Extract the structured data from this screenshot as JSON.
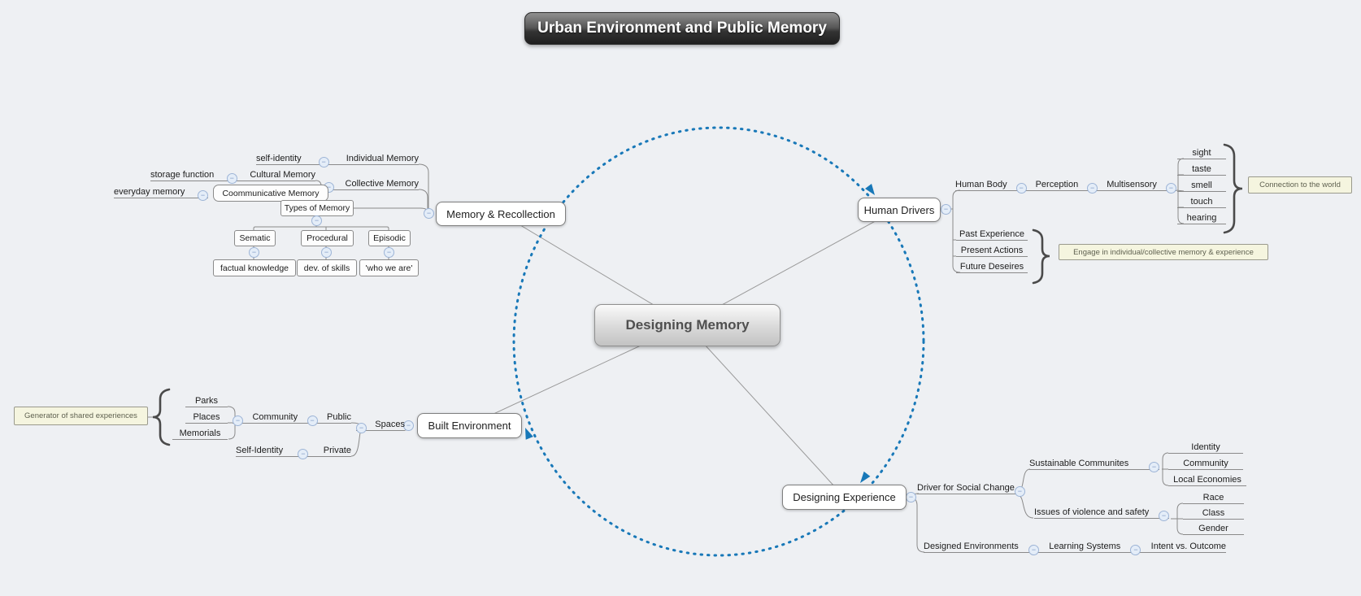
{
  "title": "Urban Environment and Public Memory",
  "center": "Designing Memory",
  "memory": {
    "node": "Memory & Recollection",
    "self_identity": "self-identity",
    "individual": "Individual Memory",
    "storage": "storage function",
    "cultural": "Cultural Memory",
    "collective": "Collective Memory",
    "everyday": "everyday memory",
    "communicative": "Coommunicative Memory",
    "types": "Types of Memory",
    "sematic": "Sematic",
    "procedural": "Procedural",
    "episodic": "Episodic",
    "factual": "factual knowledge",
    "dev_skills": "dev. of skills",
    "who_we_are": "'who we are'"
  },
  "human": {
    "node": "Human Drivers",
    "body": "Human Body",
    "perception": "Perception",
    "multisensory": "Multisensory",
    "senses": [
      "sight",
      "taste",
      "smell",
      "touch",
      "hearing"
    ],
    "senses_note": "Connection to the world",
    "time": [
      "Past Experience",
      "Present Actions",
      "Future Deseires"
    ],
    "time_note": "Engage in individual/collective memory & experience"
  },
  "built": {
    "node": "Built Environment",
    "spaces": "Spaces",
    "public": "Public",
    "community": "Community",
    "places": [
      "Parks",
      "Places",
      "Memorials"
    ],
    "places_note": "Generator of shared experiences",
    "self_identity": "Self-Identity",
    "private": "Private"
  },
  "experience": {
    "node": "Designing Experience",
    "driver": "Driver for Social Change",
    "sustainable": "Sustainable Communites",
    "sustainable_children": [
      "Identity",
      "Community",
      "Local Economies"
    ],
    "issues": "Issues of violence and safety",
    "issues_children": [
      "Race",
      "Class",
      "Gender"
    ],
    "designed": "Designed Environments",
    "learning": "Learning Systems",
    "intent": "Intent vs. Outcome"
  },
  "colors": {
    "relationship_blue": "#1878b8",
    "connector_gray": "#8a8a8a",
    "note_bg": "#f5f5df"
  }
}
